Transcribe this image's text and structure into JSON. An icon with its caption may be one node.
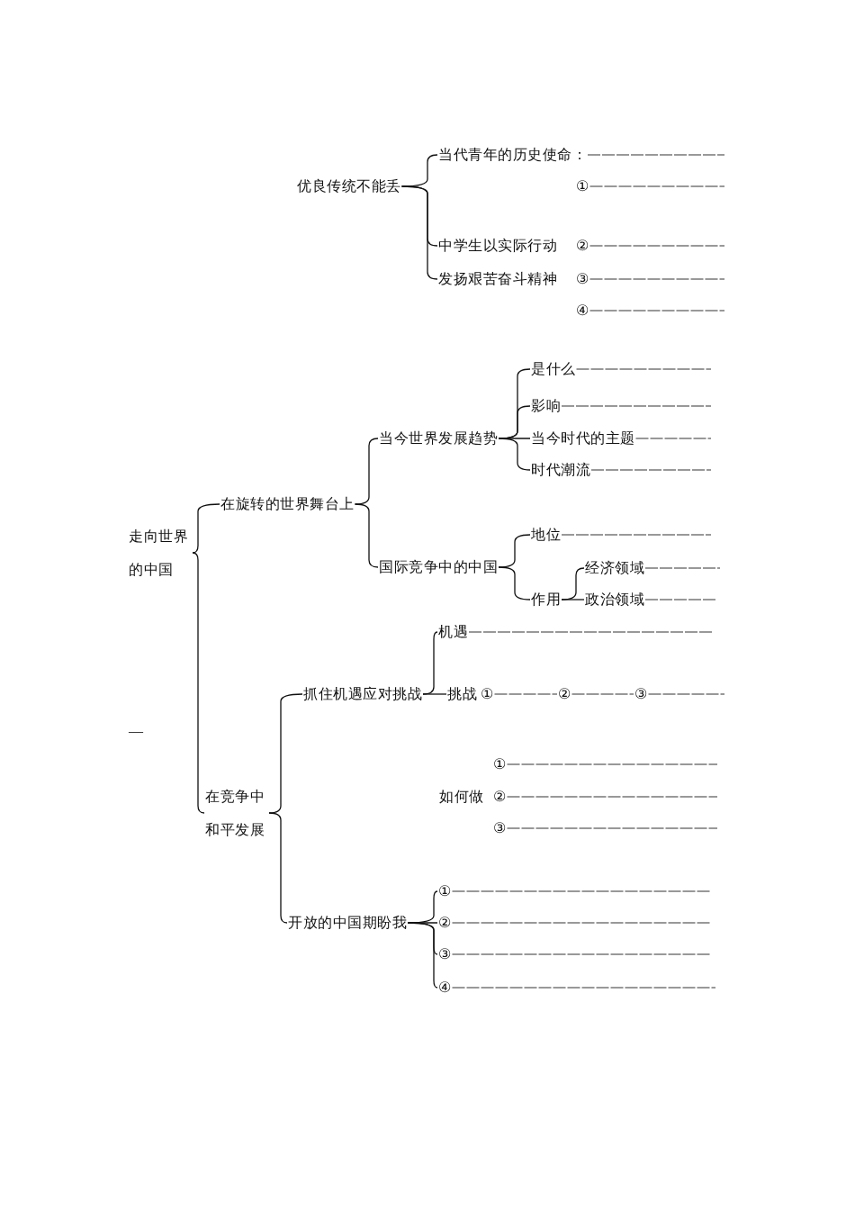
{
  "diagram": {
    "nodes": [
      {
        "text": [
          "优良传统不能丢"
        ]
      },
      {
        "text": [
          "当代青年的历史使命："
        ]
      },
      {
        "text": [
          "中学生以实际行动"
        ]
      },
      {
        "text": [
          "发扬艰苦奋斗精神"
        ]
      },
      {
        "text": [
          "走向世界的中国"
        ]
      },
      {
        "text": [
          "在旋转的世界舞台上"
        ]
      },
      {
        "text": [
          "当今世界发展趋势"
        ]
      },
      {
        "text": [
          "是什么"
        ]
      },
      {
        "text": [
          "影响"
        ]
      },
      {
        "text": [
          "当今时代的主题"
        ]
      },
      {
        "text": [
          "时代潮流"
        ]
      },
      {
        "text": [
          "国际竞争中的中国"
        ]
      },
      {
        "text": [
          "地位"
        ]
      },
      {
        "text": [
          "作用"
        ]
      },
      {
        "text": [
          "经济领域"
        ]
      },
      {
        "text": [
          "政治领域"
        ]
      },
      {
        "text": [
          "在竞争中和平发展"
        ]
      },
      {
        "text": [
          "抓住机遇应对挑战"
        ]
      },
      {
        "text": [
          "机遇"
        ]
      },
      {
        "text": [
          "挑战"
        ]
      },
      {
        "text": [
          "如何做"
        ]
      },
      {
        "text": [
          "开放的中国期盼我"
        ]
      },
      {
        "text": [
          "①"
        ]
      },
      {
        "text": [
          "②"
        ]
      },
      {
        "text": [
          "③"
        ]
      },
      {
        "text": [
          "④"
        ]
      }
    ],
    "edges": [
      {
        "from": 0,
        "to": 1,
        "arrow": "none"
      },
      {
        "from": 0,
        "to": 2,
        "arrow": "none"
      },
      {
        "from": 0,
        "to": 3,
        "arrow": "none"
      },
      {
        "from": 4,
        "to": 5,
        "arrow": "none"
      },
      {
        "from": 4,
        "to": 16,
        "arrow": "none"
      },
      {
        "from": 5,
        "to": 6,
        "arrow": "none"
      },
      {
        "from": 5,
        "to": 11,
        "arrow": "none"
      },
      {
        "from": 6,
        "to": 7,
        "arrow": "none"
      },
      {
        "from": 6,
        "to": 8,
        "arrow": "none"
      },
      {
        "from": 6,
        "to": 9,
        "arrow": "none"
      },
      {
        "from": 6,
        "to": 10,
        "arrow": "none"
      },
      {
        "from": 11,
        "to": 12,
        "arrow": "none"
      },
      {
        "from": 11,
        "to": 13,
        "arrow": "none"
      },
      {
        "from": 13,
        "to": 14,
        "arrow": "none"
      },
      {
        "from": 13,
        "to": 15,
        "arrow": "none"
      },
      {
        "from": 16,
        "to": 17,
        "arrow": "none"
      },
      {
        "from": 16,
        "to": 21,
        "arrow": "none"
      },
      {
        "from": 17,
        "to": 18,
        "arrow": "none"
      },
      {
        "from": 17,
        "to": 19,
        "arrow": "none"
      },
      {
        "from": 21,
        "to": 22,
        "arrow": "none"
      },
      {
        "from": 21,
        "to": 23,
        "arrow": "none"
      },
      {
        "from": 21,
        "to": 24,
        "arrow": "none"
      },
      {
        "from": 21,
        "to": 25,
        "arrow": "none"
      }
    ],
    "labels": [
      "①",
      "②",
      "③",
      "④",
      "①",
      "②",
      "③",
      "—",
      "①",
      "②",
      "③"
    ]
  }
}
